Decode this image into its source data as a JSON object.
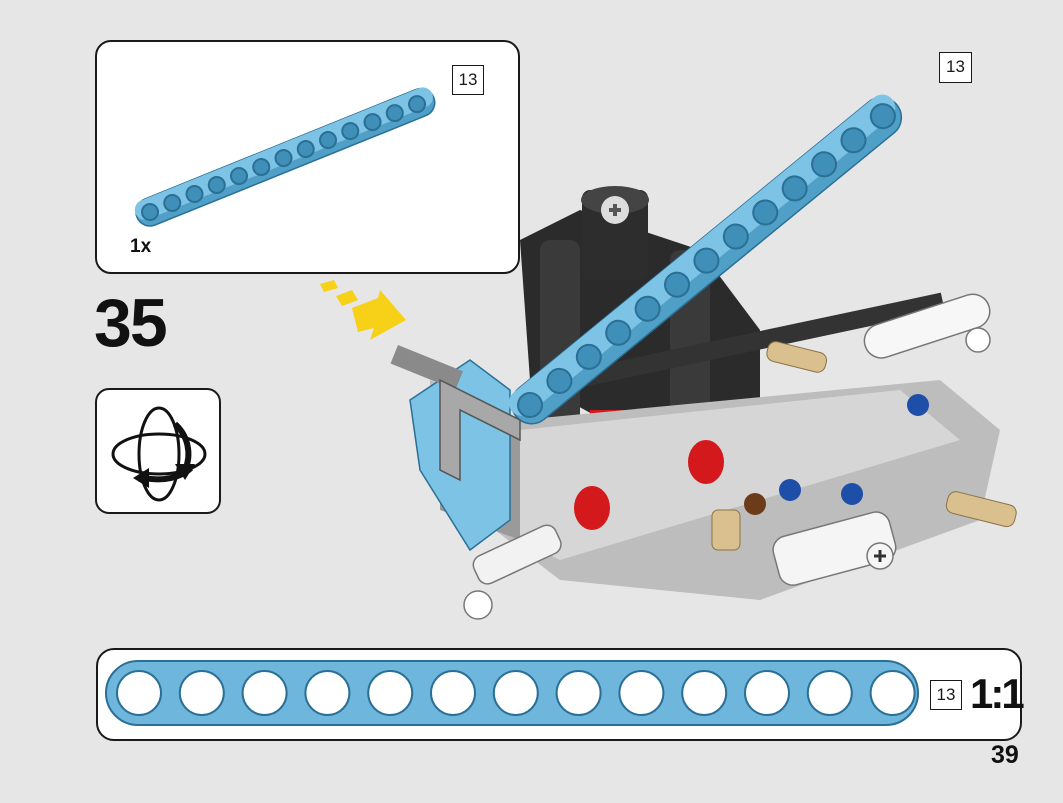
{
  "callout": {
    "quantity": "1x",
    "part_length": "13"
  },
  "step": {
    "number": "35"
  },
  "assembly": {
    "part_length": "13"
  },
  "ruler": {
    "part_length": "13",
    "scale": "1:1",
    "hole_count": 13
  },
  "page": {
    "number": "39"
  },
  "icons": [
    "rotate-model-icon",
    "insert-arrow-icon"
  ],
  "colors": {
    "beam": "#6fb6dd",
    "beam_dark": "#2a6f95",
    "arrow": "#f7d117",
    "frame_dark": "#2b2b2b",
    "accent_red": "#d3191c",
    "pin_tan": "#d9c08e"
  }
}
